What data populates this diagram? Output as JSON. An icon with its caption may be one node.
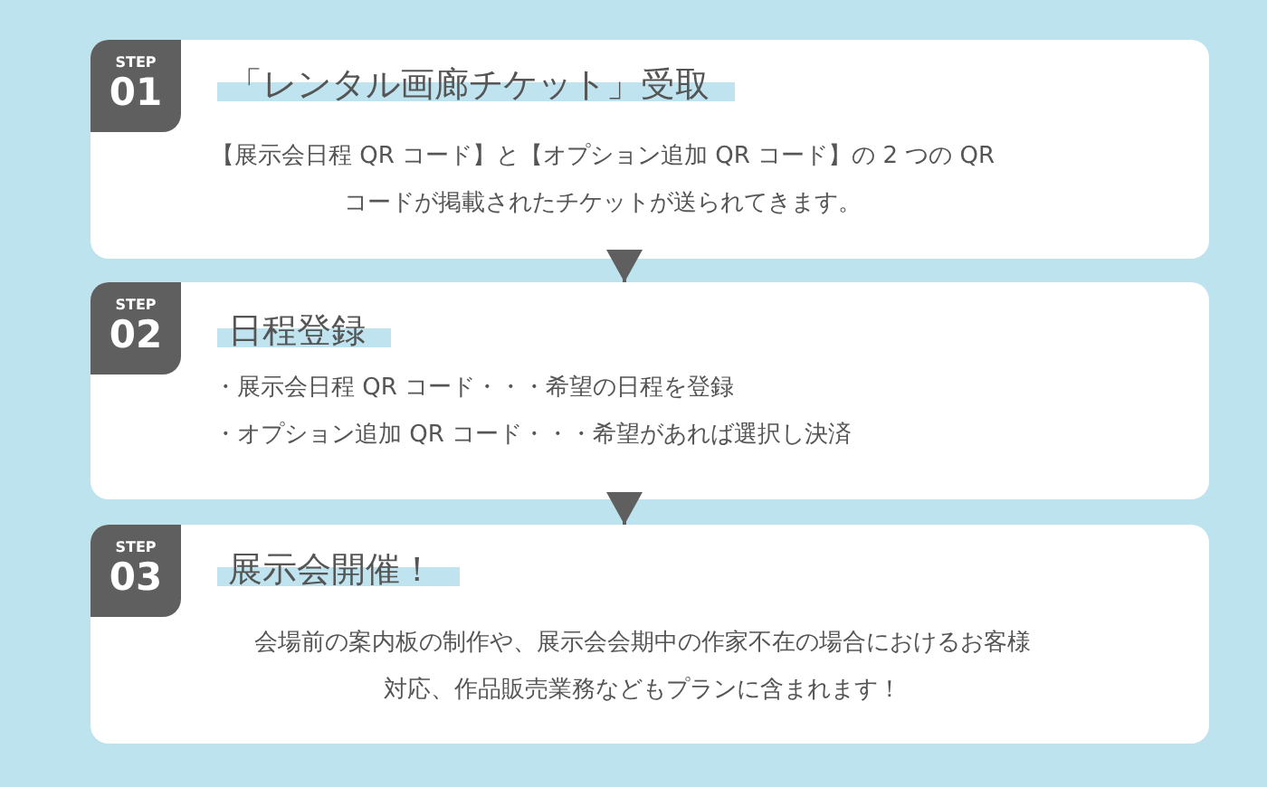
{
  "diagram": {
    "nodes": [
      {
        "text": [
          "「レンタル画廊チケット」受取",
          "【展示会日程 QR コード】と【オプション追加 QR コード】の 2 つの QR コードが掲載されたチケットが送られてきます。"
        ]
      },
      {
        "text": [
          "STEP",
          "01"
        ],
        "in": 0
      },
      {
        "text": [
          "日程登録",
          "・展示会日程 QR コード・・・希望の日程を登録",
          "・オプション追加 QR コード・・・希望があれば選択し決済"
        ]
      },
      {
        "text": [
          "STEP",
          "02"
        ],
        "in": 2
      },
      {
        "text": [
          "展示会開催！",
          "会場前の案内板の制作や、展示会会期中の作家不在の場合におけるお客様対応、作品販売業務などもプランに含まれます！"
        ]
      },
      {
        "text": [
          "STEP",
          "03"
        ],
        "in": 4
      }
    ],
    "edges": [
      {
        "from": 0,
        "to": 2,
        "arrow": "to"
      },
      {
        "from": 2,
        "to": 4,
        "arrow": "to"
      }
    ]
  }
}
